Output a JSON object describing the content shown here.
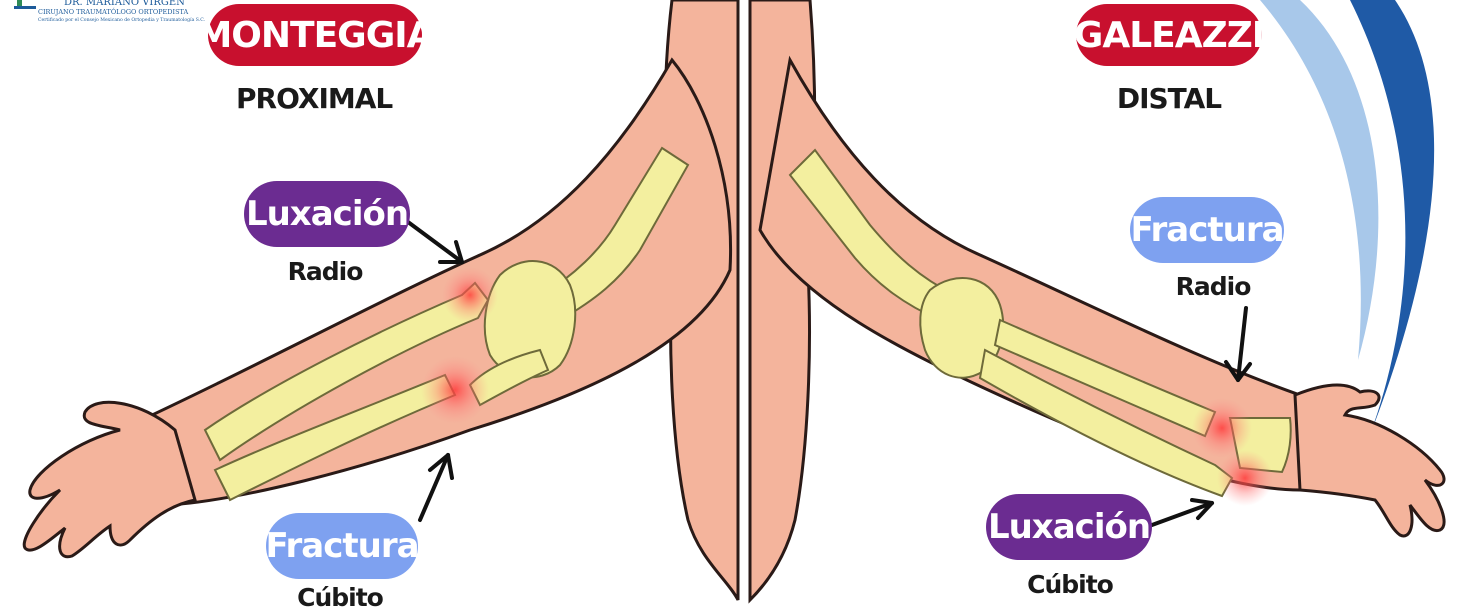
{
  "logo": {
    "line1": "DR. MARIANO VIRGEN",
    "line2": "CIRUJANO TRAUMATÓLOGO ORTOPEDISTA",
    "line3": "Certificado por el Consejo Mexicano de Ortopedia y Traumatología S.C."
  },
  "left": {
    "title": "MONTEGGIA",
    "subtitle": "PROXIMAL",
    "top_tag": "Luxación",
    "top_caption": "Radio",
    "bottom_tag": "Fractura",
    "bottom_caption": "Cúbito"
  },
  "right": {
    "title": "GALEAZZI",
    "subtitle": "DISTAL",
    "top_tag": "Fractura",
    "top_caption": "Radio",
    "bottom_tag": "Luxación",
    "bottom_caption": "Cúbito"
  },
  "colors": {
    "title_pill": "#c8102e",
    "luxacion_pill": "#6b2c91",
    "fractura_pill": "#7ea1f0",
    "skin": "#f4b49c",
    "skin_outline": "#2a1a17",
    "bone": "#f3ef9f",
    "bone_outline": "#6e6a3a",
    "injury_glow": "#ff4d4d",
    "swoosh_dark": "#1f5aa6",
    "swoosh_light": "#a8c8ea"
  }
}
